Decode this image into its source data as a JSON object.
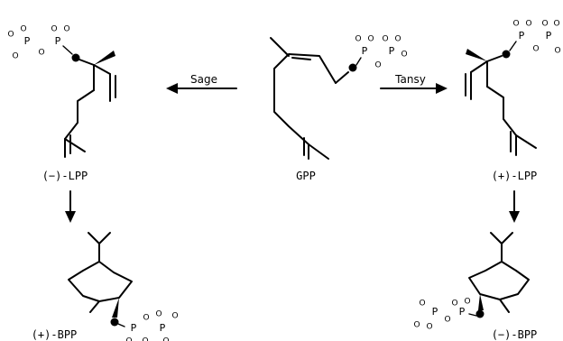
{
  "labels": {
    "gpp": "GPP",
    "lpp_minus": "(−)-LPP",
    "lpp_plus": "(+)-LPP",
    "bpp_plus": "(+)-BPP",
    "bpp_minus": "(−)-BPP"
  },
  "arrows": {
    "sage": "Sage",
    "tansy": "Tansy"
  },
  "atoms": {
    "phosphorus": "P",
    "oxygen": "O"
  }
}
